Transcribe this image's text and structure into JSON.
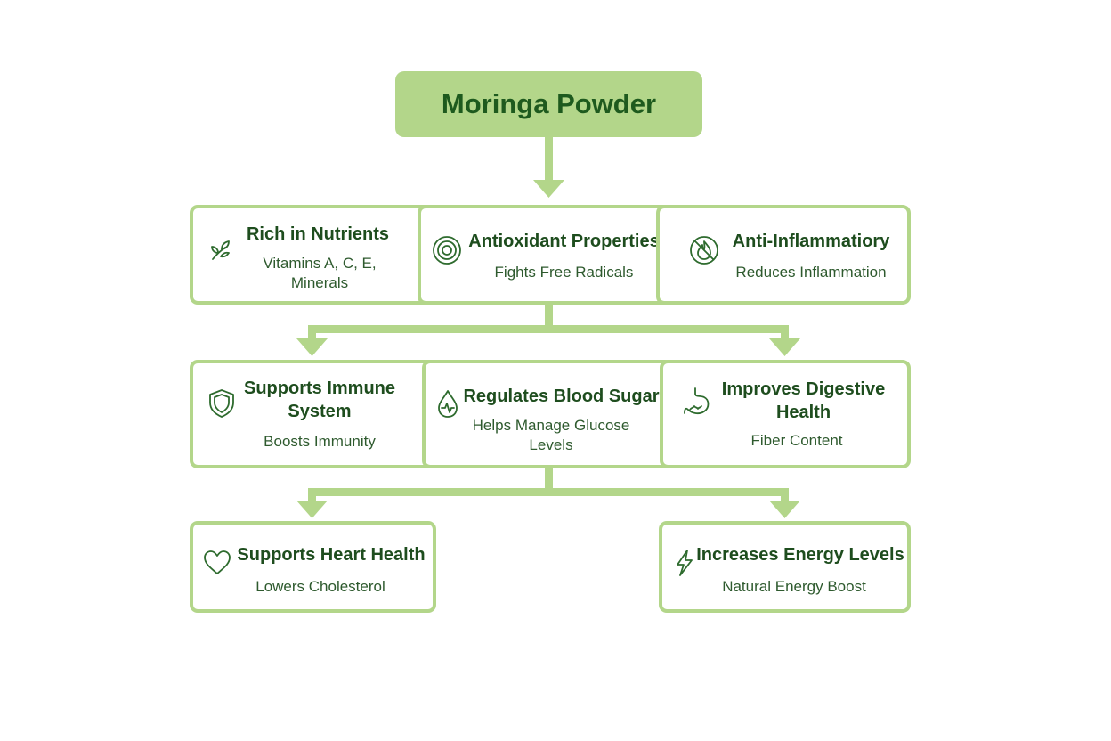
{
  "root": {
    "title": "Moringa Powder"
  },
  "colors": {
    "accent": "#b3d68a",
    "title_text": "#1e4d1e",
    "desc_text": "#2e5a2e",
    "icon_stroke": "#2e6b2e"
  },
  "benefits": [
    {
      "icon": "leaf-icon",
      "title": "Rich in Nutrients",
      "desc": "Vitamins A, C, E, Minerals"
    },
    {
      "icon": "target-icon",
      "title": "Antioxidant Properties",
      "desc": "Fights Free Radicals"
    },
    {
      "icon": "no-fire-icon",
      "title": "Anti-Inflammatiory",
      "desc": "Reduces Inflammation"
    },
    {
      "icon": "shield-icon",
      "title": "Supports Immune System",
      "desc": "Boosts Immunity"
    },
    {
      "icon": "blood-drop-icon",
      "title": "Regulates Blood Sugar",
      "desc": "Helps Manage Glucose Levels"
    },
    {
      "icon": "stomach-icon",
      "title": "Improves Digestive Health",
      "desc": "Fiber Content"
    },
    {
      "icon": "heart-icon",
      "title": "Supports Heart Health",
      "desc": "Lowers Cholesterol"
    },
    {
      "icon": "lightning-icon",
      "title": "Increases Energy Levels",
      "desc": "Natural Energy Boost"
    }
  ]
}
